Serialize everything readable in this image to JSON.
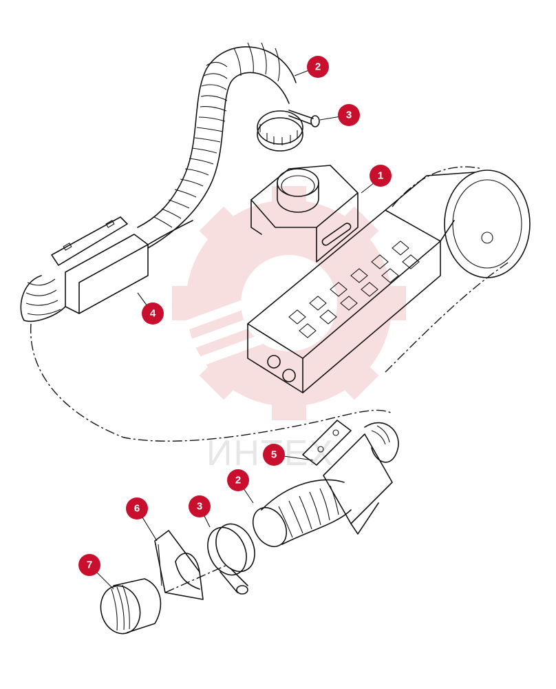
{
  "watermark": {
    "text": "ИНТЕХ",
    "color": "#f3c6c6"
  },
  "badge_color": "#c8102e",
  "callouts": [
    {
      "id": "callout-1",
      "label": "1"
    },
    {
      "id": "callout-2-top",
      "label": "2"
    },
    {
      "id": "callout-3-top",
      "label": "3"
    },
    {
      "id": "callout-4",
      "label": "4"
    },
    {
      "id": "callout-5",
      "label": "5"
    },
    {
      "id": "callout-2-bottom",
      "label": "2"
    },
    {
      "id": "callout-3-bottom",
      "label": "3"
    },
    {
      "id": "callout-6",
      "label": "6"
    },
    {
      "id": "callout-7",
      "label": "7"
    }
  ]
}
